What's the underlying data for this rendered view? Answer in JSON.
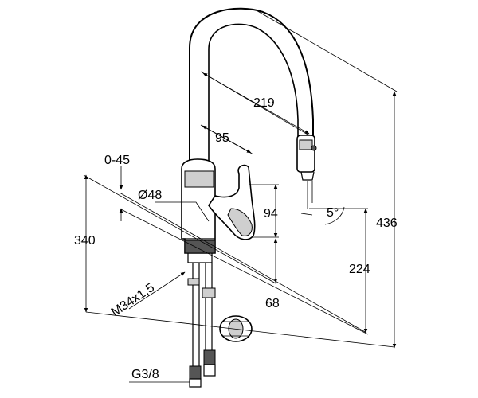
{
  "dimensions": {
    "reach": "219",
    "handle_offset": "95",
    "swivel": "0-45",
    "diameter": "Ø48",
    "handle_height": "94",
    "total_height": "436",
    "spout_height": "224",
    "body_height": "340",
    "depth": "68",
    "thread": "M34x1,5",
    "connection": "G3/8",
    "angle": "5°"
  },
  "colors": {
    "line": "#000000",
    "shade": "#cfcfcf",
    "background": "#ffffff"
  }
}
